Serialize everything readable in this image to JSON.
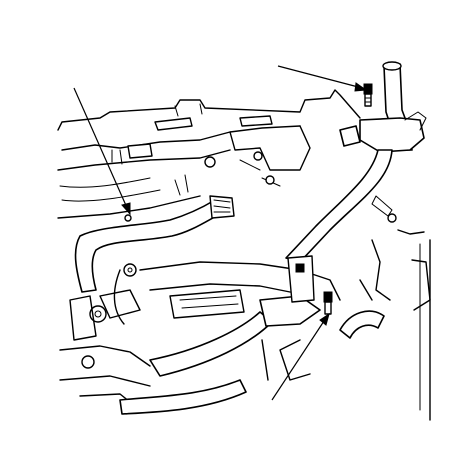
{
  "figure": {
    "subject": "engine-assembly-line-drawing",
    "callouts": [
      {
        "id": "callout-top-right",
        "points_to": "bolt-on-upper-hose-bracket"
      },
      {
        "id": "callout-top-left",
        "points_to": "hose-clip-on-intake-manifold"
      },
      {
        "id": "callout-bottom",
        "points_to": "bracket-bolt-lower"
      }
    ],
    "colors": {
      "line": "#000000",
      "background": "#ffffff"
    }
  }
}
